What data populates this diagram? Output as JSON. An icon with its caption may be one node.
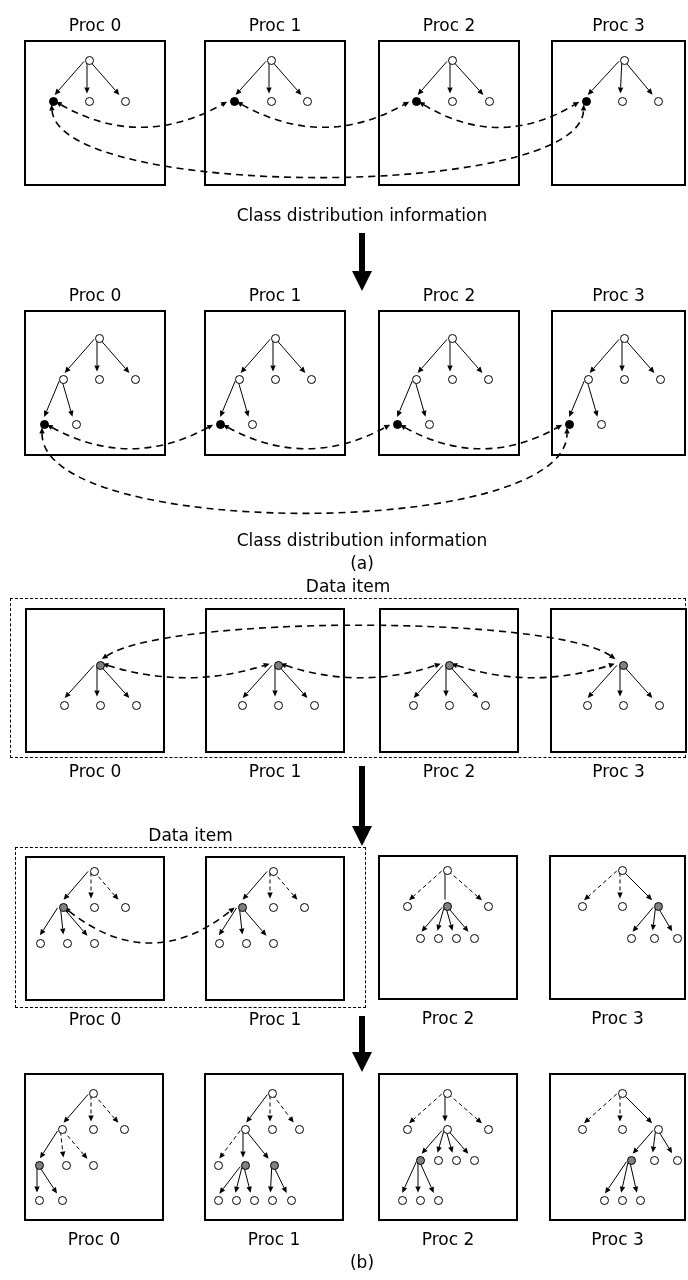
{
  "diagram": {
    "nodes": [
      {
        "text": [
          "Proc 0"
        ]
      },
      {
        "text": [],
        "shape": "circle",
        "in": 0
      },
      {
        "text": [],
        "shape": "circle",
        "in": 0
      },
      {
        "text": [],
        "shape": "circle",
        "in": 0
      },
      {
        "text": [],
        "shape": "circle",
        "in": 0
      },
      {
        "text": [
          "Proc 1"
        ]
      },
      {
        "text": [],
        "shape": "circle",
        "in": 5
      },
      {
        "text": [],
        "shape": "circle",
        "in": 5
      },
      {
        "text": [],
        "shape": "circle",
        "in": 5
      },
      {
        "text": [],
        "shape": "circle",
        "in": 5
      },
      {
        "text": [
          "Proc 2"
        ]
      },
      {
        "text": [],
        "shape": "circle",
        "in": 10
      },
      {
        "text": [],
        "shape": "circle",
        "in": 10
      },
      {
        "text": [],
        "shape": "circle",
        "in": 10
      },
      {
        "text": [],
        "shape": "circle",
        "in": 10
      },
      {
        "text": [
          "Proc 3"
        ]
      },
      {
        "text": [],
        "shape": "circle",
        "in": 15
      },
      {
        "text": [],
        "shape": "circle",
        "in": 15
      },
      {
        "text": [],
        "shape": "circle",
        "in": 15
      },
      {
        "text": [],
        "shape": "circle",
        "in": 15
      },
      {
        "text": [
          "Class distribution information"
        ]
      },
      {
        "text": [
          "Proc 0"
        ]
      },
      {
        "text": [],
        "shape": "circle",
        "in": 21
      },
      {
        "text": [],
        "shape": "circle",
        "in": 21
      },
      {
        "text": [],
        "shape": "circle",
        "in": 21
      },
      {
        "text": [],
        "shape": "circle",
        "in": 21
      },
      {
        "text": [],
        "shape": "circle",
        "in": 21
      },
      {
        "text": [],
        "shape": "circle",
        "in": 21
      },
      {
        "text": [
          "Proc 1"
        ]
      },
      {
        "text": [],
        "shape": "circle",
        "in": 28
      },
      {
        "text": [],
        "shape": "circle",
        "in": 28
      },
      {
        "text": [],
        "shape": "circle",
        "in": 28
      },
      {
        "text": [],
        "shape": "circle",
        "in": 28
      },
      {
        "text": [],
        "shape": "circle",
        "in": 28
      },
      {
        "text": [],
        "shape": "circle",
        "in": 28
      },
      {
        "text": [
          "Proc 2"
        ]
      },
      {
        "text": [],
        "shape": "circle",
        "in": 35
      },
      {
        "text": [],
        "shape": "circle",
        "in": 35
      },
      {
        "text": [],
        "shape": "circle",
        "in": 35
      },
      {
        "text": [],
        "shape": "circle",
        "in": 35
      },
      {
        "text": [],
        "shape": "circle",
        "in": 35
      },
      {
        "text": [],
        "shape": "circle",
        "in": 35
      },
      {
        "text": [
          "Proc 3"
        ]
      },
      {
        "text": [],
        "shape": "circle",
        "in": 42
      },
      {
        "text": [],
        "shape": "circle",
        "in": 42
      },
      {
        "text": [],
        "shape": "circle",
        "in": 42
      },
      {
        "text": [],
        "shape": "circle",
        "in": 42
      },
      {
        "text": [],
        "shape": "circle",
        "in": 42
      },
      {
        "text": [],
        "shape": "circle",
        "in": 42
      },
      {
        "text": [
          "Data item"
        ]
      },
      {
        "text": [
          "Proc 0"
        ],
        "in": 49
      },
      {
        "text": [],
        "shape": "circle",
        "in": 50
      },
      {
        "text": [],
        "shape": "circle",
        "in": 50
      },
      {
        "text": [],
        "shape": "circle",
        "in": 50
      },
      {
        "text": [],
        "shape": "circle",
        "in": 50
      },
      {
        "text": [
          "Proc 1"
        ],
        "in": 49
      },
      {
        "text": [],
        "shape": "circle",
        "in": 55
      },
      {
        "text": [],
        "shape": "circle",
        "in": 55
      },
      {
        "text": [],
        "shape": "circle",
        "in": 55
      },
      {
        "text": [],
        "shape": "circle",
        "in": 55
      },
      {
        "text": [
          "Proc 2"
        ],
        "in": 49
      },
      {
        "text": [],
        "shape": "circle",
        "in": 60
      },
      {
        "text": [],
        "shape": "circle",
        "in": 60
      },
      {
        "text": [],
        "shape": "circle",
        "in": 60
      },
      {
        "text": [],
        "shape": "circle",
        "in": 60
      },
      {
        "text": [
          "Proc 3"
        ],
        "in": 49
      },
      {
        "text": [],
        "shape": "circle",
        "in": 65
      },
      {
        "text": [],
        "shape": "circle",
        "in": 65
      },
      {
        "text": [],
        "shape": "circle",
        "in": 65
      },
      {
        "text": [],
        "shape": "circle",
        "in": 65
      },
      {
        "text": [
          "Data item"
        ]
      },
      {
        "text": [
          "Proc 0"
        ],
        "in": 70
      },
      {
        "text": [],
        "shape": "circle",
        "in": 71
      },
      {
        "text": [],
        "shape": "circle",
        "in": 71
      },
      {
        "text": [],
        "shape": "circle",
        "in": 71
      },
      {
        "text": [],
        "shape": "circle",
        "in": 71
      },
      {
        "text": [],
        "shape": "circle",
        "in": 71
      },
      {
        "text": [],
        "shape": "circle",
        "in": 71
      },
      {
        "text": [],
        "shape": "circle",
        "in": 71
      },
      {
        "text": [
          "Proc 1"
        ],
        "in": 70
      },
      {
        "text": [],
        "shape": "circle",
        "in": 79
      },
      {
        "text": [],
        "shape": "circle",
        "in": 79
      },
      {
        "text": [],
        "shape": "circle",
        "in": 79
      },
      {
        "text": [],
        "shape": "circle",
        "in": 79
      },
      {
        "text": [],
        "shape": "circle",
        "in": 79
      },
      {
        "text": [],
        "shape": "circle",
        "in": 79
      },
      {
        "text": [],
        "shape": "circle",
        "in": 79
      },
      {
        "text": [
          "Proc 2"
        ]
      },
      {
        "text": [],
        "shape": "circle",
        "in": 87
      },
      {
        "text": [],
        "shape": "circle",
        "in": 87
      },
      {
        "text": [],
        "shape": "circle",
        "in": 87
      },
      {
        "text": [],
        "shape": "circle",
        "in": 87
      },
      {
        "text": [],
        "shape": "circle",
        "in": 87
      },
      {
        "text": [],
        "shape": "circle",
        "in": 87
      },
      {
        "text": [],
        "shape": "circle",
        "in": 87
      },
      {
        "text": [],
        "shape": "circle",
        "in": 87
      },
      {
        "text": [
          "Proc 3"
        ]
      },
      {
        "text": [],
        "shape": "circle",
        "in": 96
      },
      {
        "text": [],
        "shape": "circle",
        "in": 96
      },
      {
        "text": [],
        "shape": "circle",
        "in": 96
      },
      {
        "text": [],
        "shape": "circle",
        "in": 96
      },
      {
        "text": [],
        "shape": "circle",
        "in": 96
      },
      {
        "text": [],
        "shape": "circle",
        "in": 96
      },
      {
        "text": [],
        "shape": "circle",
        "in": 96
      },
      {
        "text": [
          "Proc 0"
        ]
      },
      {
        "text": [],
        "shape": "circle",
        "in": 104
      },
      {
        "text": [],
        "shape": "circle",
        "in": 104
      },
      {
        "text": [],
        "shape": "circle",
        "in": 104
      },
      {
        "text": [],
        "shape": "circle",
        "in": 104
      },
      {
        "text": [],
        "shape": "circle",
        "in": 104
      },
      {
        "text": [],
        "shape": "circle",
        "in": 104
      },
      {
        "text": [],
        "shape": "circle",
        "in": 104
      },
      {
        "text": [],
        "shape": "circle",
        "in": 104
      },
      {
        "text": [],
        "shape": "circle",
        "in": 104
      },
      {
        "text": [
          "Proc 1"
        ]
      },
      {
        "text": [],
        "shape": "circle",
        "in": 114
      },
      {
        "text": [],
        "shape": "circle",
        "in": 114
      },
      {
        "text": [],
        "shape": "circle",
        "in": 114
      },
      {
        "text": [],
        "shape": "circle",
        "in": 114
      },
      {
        "text": [],
        "shape": "circle",
        "in": 114
      },
      {
        "text": [],
        "shape": "circle",
        "in": 114
      },
      {
        "text": [],
        "shape": "circle",
        "in": 114
      },
      {
        "text": [],
        "shape": "circle",
        "in": 114
      },
      {
        "text": [],
        "shape": "circle",
        "in": 114
      },
      {
        "text": [],
        "shape": "circle",
        "in": 114
      },
      {
        "text": [],
        "shape": "circle",
        "in": 114
      },
      {
        "text": [],
        "shape": "circle",
        "in": 114
      },
      {
        "text": [
          "Proc 2"
        ]
      },
      {
        "text": [],
        "shape": "circle",
        "in": 127
      },
      {
        "text": [],
        "shape": "circle",
        "in": 127
      },
      {
        "text": [],
        "shape": "circle",
        "in": 127
      },
      {
        "text": [],
        "shape": "circle",
        "in": 127
      },
      {
        "text": [],
        "shape": "circle",
        "in": 127
      },
      {
        "text": [],
        "shape": "circle",
        "in": 127
      },
      {
        "text": [],
        "shape": "circle",
        "in": 127
      },
      {
        "text": [],
        "shape": "circle",
        "in": 127
      },
      {
        "text": [],
        "shape": "circle",
        "in": 127
      },
      {
        "text": [],
        "shape": "circle",
        "in": 127
      },
      {
        "text": [],
        "shape": "circle",
        "in": 127
      },
      {
        "text": [
          "Proc 3"
        ]
      },
      {
        "text": [],
        "shape": "circle",
        "in": 139
      },
      {
        "text": [],
        "shape": "circle",
        "in": 139
      },
      {
        "text": [],
        "shape": "circle",
        "in": 139
      },
      {
        "text": [],
        "shape": "circle",
        "in": 139
      },
      {
        "text": [],
        "shape": "circle",
        "in": 139
      },
      {
        "text": [],
        "shape": "circle",
        "in": 139
      },
      {
        "text": [],
        "shape": "circle",
        "in": 139
      },
      {
        "text": [],
        "shape": "circle",
        "in": 139
      },
      {
        "text": [],
        "shape": "circle",
        "in": 139
      },
      {
        "text": [],
        "shape": "circle",
        "in": 139
      }
    ],
    "edges": [
      {
        "from": 1,
        "to": 2,
        "arrow": "to"
      },
      {
        "from": 1,
        "to": 3,
        "arrow": "to"
      },
      {
        "from": 1,
        "to": 4,
        "arrow": "to"
      },
      {
        "from": 6,
        "to": 7,
        "arrow": "to"
      },
      {
        "from": 6,
        "to": 8,
        "arrow": "to"
      },
      {
        "from": 6,
        "to": 9,
        "arrow": "to"
      },
      {
        "from": 11,
        "to": 12,
        "arrow": "to"
      },
      {
        "from": 11,
        "to": 13,
        "arrow": "to"
      },
      {
        "from": 11,
        "to": 14,
        "arrow": "to"
      },
      {
        "from": 16,
        "to": 17,
        "arrow": "to"
      },
      {
        "from": 16,
        "to": 18,
        "arrow": "to"
      },
      {
        "from": 16,
        "to": 19,
        "arrow": "to"
      },
      {
        "from": 2,
        "to": 7,
        "arrow": "both",
        "style": "dashed"
      },
      {
        "from": 7,
        "to": 12,
        "arrow": "both",
        "style": "dashed"
      },
      {
        "from": 12,
        "to": 17,
        "arrow": "both",
        "style": "dashed"
      },
      {
        "from": 2,
        "to": 17,
        "arrow": "both",
        "style": "dashed"
      },
      {
        "from": 20,
        "to": null,
        "arrow": "to",
        "style": "thick"
      },
      {
        "from": 22,
        "to": 23,
        "arrow": "to"
      },
      {
        "from": 22,
        "to": 24,
        "arrow": "to"
      },
      {
        "from": 22,
        "to": 25,
        "arrow": "to"
      },
      {
        "from": 23,
        "to": 26,
        "arrow": "to"
      },
      {
        "from": 23,
        "to": 27,
        "arrow": "to"
      },
      {
        "from": 29,
        "to": 30,
        "arrow": "to"
      },
      {
        "from": 29,
        "to": 31,
        "arrow": "to"
      },
      {
        "from": 29,
        "to": 32,
        "arrow": "to"
      },
      {
        "from": 30,
        "to": 33,
        "arrow": "to"
      },
      {
        "from": 30,
        "to": 34,
        "arrow": "to"
      },
      {
        "from": 36,
        "to": 37,
        "arrow": "to"
      },
      {
        "from": 36,
        "to": 38,
        "arrow": "to"
      },
      {
        "from": 36,
        "to": 39,
        "arrow": "to"
      },
      {
        "from": 37,
        "to": 40,
        "arrow": "to"
      },
      {
        "from": 37,
        "to": 41,
        "arrow": "to"
      },
      {
        "from": 43,
        "to": 44,
        "arrow": "to"
      },
      {
        "from": 43,
        "to": 45,
        "arrow": "to"
      },
      {
        "from": 43,
        "to": 46,
        "arrow": "to"
      },
      {
        "from": 44,
        "to": 47,
        "arrow": "to"
      },
      {
        "from": 44,
        "to": 48,
        "arrow": "to"
      },
      {
        "from": 26,
        "to": 33,
        "arrow": "both",
        "style": "dashed"
      },
      {
        "from": 33,
        "to": 40,
        "arrow": "both",
        "style": "dashed"
      },
      {
        "from": 40,
        "to": 47,
        "arrow": "both",
        "style": "dashed"
      },
      {
        "from": 26,
        "to": 47,
        "arrow": "both",
        "style": "dashed"
      },
      {
        "from": 51,
        "to": 52,
        "arrow": "to"
      },
      {
        "from": 51,
        "to": 53,
        "arrow": "to"
      },
      {
        "from": 51,
        "to": 54,
        "arrow": "to"
      },
      {
        "from": 56,
        "to": 57,
        "arrow": "to"
      },
      {
        "from": 56,
        "to": 58,
        "arrow": "to"
      },
      {
        "from": 56,
        "to": 59,
        "arrow": "to"
      },
      {
        "from": 61,
        "to": 62,
        "arrow": "to"
      },
      {
        "from": 61,
        "to": 63,
        "arrow": "to"
      },
      {
        "from": 61,
        "to": 64,
        "arrow": "to"
      },
      {
        "from": 66,
        "to": 67,
        "arrow": "to"
      },
      {
        "from": 66,
        "to": 68,
        "arrow": "to"
      },
      {
        "from": 66,
        "to": 69,
        "arrow": "to"
      },
      {
        "from": 51,
        "to": 56,
        "arrow": "both",
        "style": "dashed"
      },
      {
        "from": 56,
        "to": 61,
        "arrow": "both",
        "style": "dashed"
      },
      {
        "from": 61,
        "to": 66,
        "arrow": "both",
        "style": "dashed"
      },
      {
        "from": 51,
        "to": 66,
        "arrow": "both",
        "style": "dashed"
      },
      {
        "from": 49,
        "to": 70,
        "arrow": "to",
        "style": "thick"
      },
      {
        "from": 72,
        "to": 73,
        "arrow": "to"
      },
      {
        "from": 72,
        "to": 74,
        "arrow": "to",
        "style": "dashed"
      },
      {
        "from": 72,
        "to": 75,
        "arrow": "to",
        "style": "dashed"
      },
      {
        "from": 73,
        "to": 76,
        "arrow": "to"
      },
      {
        "from": 73,
        "to": 77,
        "arrow": "to"
      },
      {
        "from": 73,
        "to": 78,
        "arrow": "to"
      },
      {
        "from": 80,
        "to": 81,
        "arrow": "to"
      },
      {
        "from": 80,
        "to": 82,
        "arrow": "to",
        "style": "dashed"
      },
      {
        "from": 80,
        "to": 83,
        "arrow": "to",
        "style": "dashed"
      },
      {
        "from": 81,
        "to": 84,
        "arrow": "to"
      },
      {
        "from": 81,
        "to": 85,
        "arrow": "to"
      },
      {
        "from": 81,
        "to": 86,
        "arrow": "to"
      },
      {
        "from": 73,
        "to": 81,
        "arrow": "both",
        "style": "dashed"
      },
      {
        "from": 88,
        "to": 89,
        "arrow": "to",
        "style": "dashed"
      },
      {
        "from": 88,
        "to": 90,
        "arrow": "none"
      },
      {
        "from": 88,
        "to": 91,
        "arrow": "to",
        "style": "dashed"
      },
      {
        "from": 90,
        "to": 92,
        "arrow": "to"
      },
      {
        "from": 90,
        "to": 93,
        "arrow": "to"
      },
      {
        "from": 90,
        "to": 94,
        "arrow": "to"
      },
      {
        "from": 90,
        "to": 95,
        "arrow": "to"
      },
      {
        "from": 97,
        "to": 98,
        "arrow": "to",
        "style": "dashed"
      },
      {
        "from": 97,
        "to": 99,
        "arrow": "to",
        "style": "dashed"
      },
      {
        "from": 97,
        "to": 100,
        "arrow": "to"
      },
      {
        "from": 100,
        "to": 101,
        "arrow": "to"
      },
      {
        "from": 100,
        "to": 102,
        "arrow": "to"
      },
      {
        "from": 100,
        "to": 103,
        "arrow": "to"
      },
      {
        "from": 70,
        "to": 114,
        "arrow": "to",
        "style": "thick"
      },
      {
        "from": 105,
        "to": 106,
        "arrow": "to"
      },
      {
        "from": 105,
        "to": 107,
        "arrow": "to",
        "style": "dashed"
      },
      {
        "from": 105,
        "to": 108,
        "arrow": "to",
        "style": "dashed"
      },
      {
        "from": 106,
        "to": 109,
        "arrow": "to"
      },
      {
        "from": 106,
        "to": 110,
        "arrow": "to",
        "style": "dashed"
      },
      {
        "from": 106,
        "to": 111,
        "arrow": "to",
        "style": "dashed"
      },
      {
        "from": 109,
        "to": 112,
        "arrow": "to"
      },
      {
        "from": 109,
        "to": 113,
        "arrow": "to"
      },
      {
        "from": 115,
        "to": 116,
        "arrow": "to"
      },
      {
        "from": 115,
        "to": 117,
        "arrow": "to",
        "style": "dashed"
      },
      {
        "from": 115,
        "to": 118,
        "arrow": "to",
        "style": "dashed"
      },
      {
        "from": 116,
        "to": 119,
        "arrow": "to",
        "style": "dashed"
      },
      {
        "from": 116,
        "to": 120,
        "arrow": "to"
      },
      {
        "from": 116,
        "to": 121,
        "arrow": "to"
      },
      {
        "from": 120,
        "to": 122,
        "arrow": "to"
      },
      {
        "from": 120,
        "to": 123,
        "arrow": "to"
      },
      {
        "from": 120,
        "to": 124,
        "arrow": "to"
      },
      {
        "from": 121,
        "to": 125,
        "arrow": "to"
      },
      {
        "from": 121,
        "to": 126,
        "arrow": "to"
      },
      {
        "from": 128,
        "to": 129,
        "arrow": "to",
        "style": "dashed"
      },
      {
        "from": 128,
        "to": 130,
        "arrow": "to"
      },
      {
        "from": 128,
        "to": 131,
        "arrow": "to",
        "style": "dashed"
      },
      {
        "from": 130,
        "to": 132,
        "arrow": "to"
      },
      {
        "from": 130,
        "to": 133,
        "arrow": "to"
      },
      {
        "from": 130,
        "to": 134,
        "arrow": "to"
      },
      {
        "from": 130,
        "to": 135,
        "arrow": "to"
      },
      {
        "from": 132,
        "to": 136,
        "arrow": "to"
      },
      {
        "from": 132,
        "to": 137,
        "arrow": "to"
      },
      {
        "from": 132,
        "to": 138,
        "arrow": "to"
      },
      {
        "from": 140,
        "to": 141,
        "arrow": "to",
        "style": "dashed"
      },
      {
        "from": 140,
        "to": 142,
        "arrow": "to",
        "style": "dashed"
      },
      {
        "from": 140,
        "to": 143,
        "arrow": "to"
      },
      {
        "from": 143,
        "to": 144,
        "arrow": "to"
      },
      {
        "from": 143,
        "to": 145,
        "arrow": "to"
      },
      {
        "from": 143,
        "to": 146,
        "arrow": "to"
      },
      {
        "from": 144,
        "to": 147,
        "arrow": "to"
      },
      {
        "from": 144,
        "to": 148,
        "arrow": "to"
      },
      {
        "from": 144,
        "to": 149,
        "arrow": "to"
      }
    ],
    "labels": [
      "Class distribution information",
      "(a)",
      "(b)"
    ]
  }
}
